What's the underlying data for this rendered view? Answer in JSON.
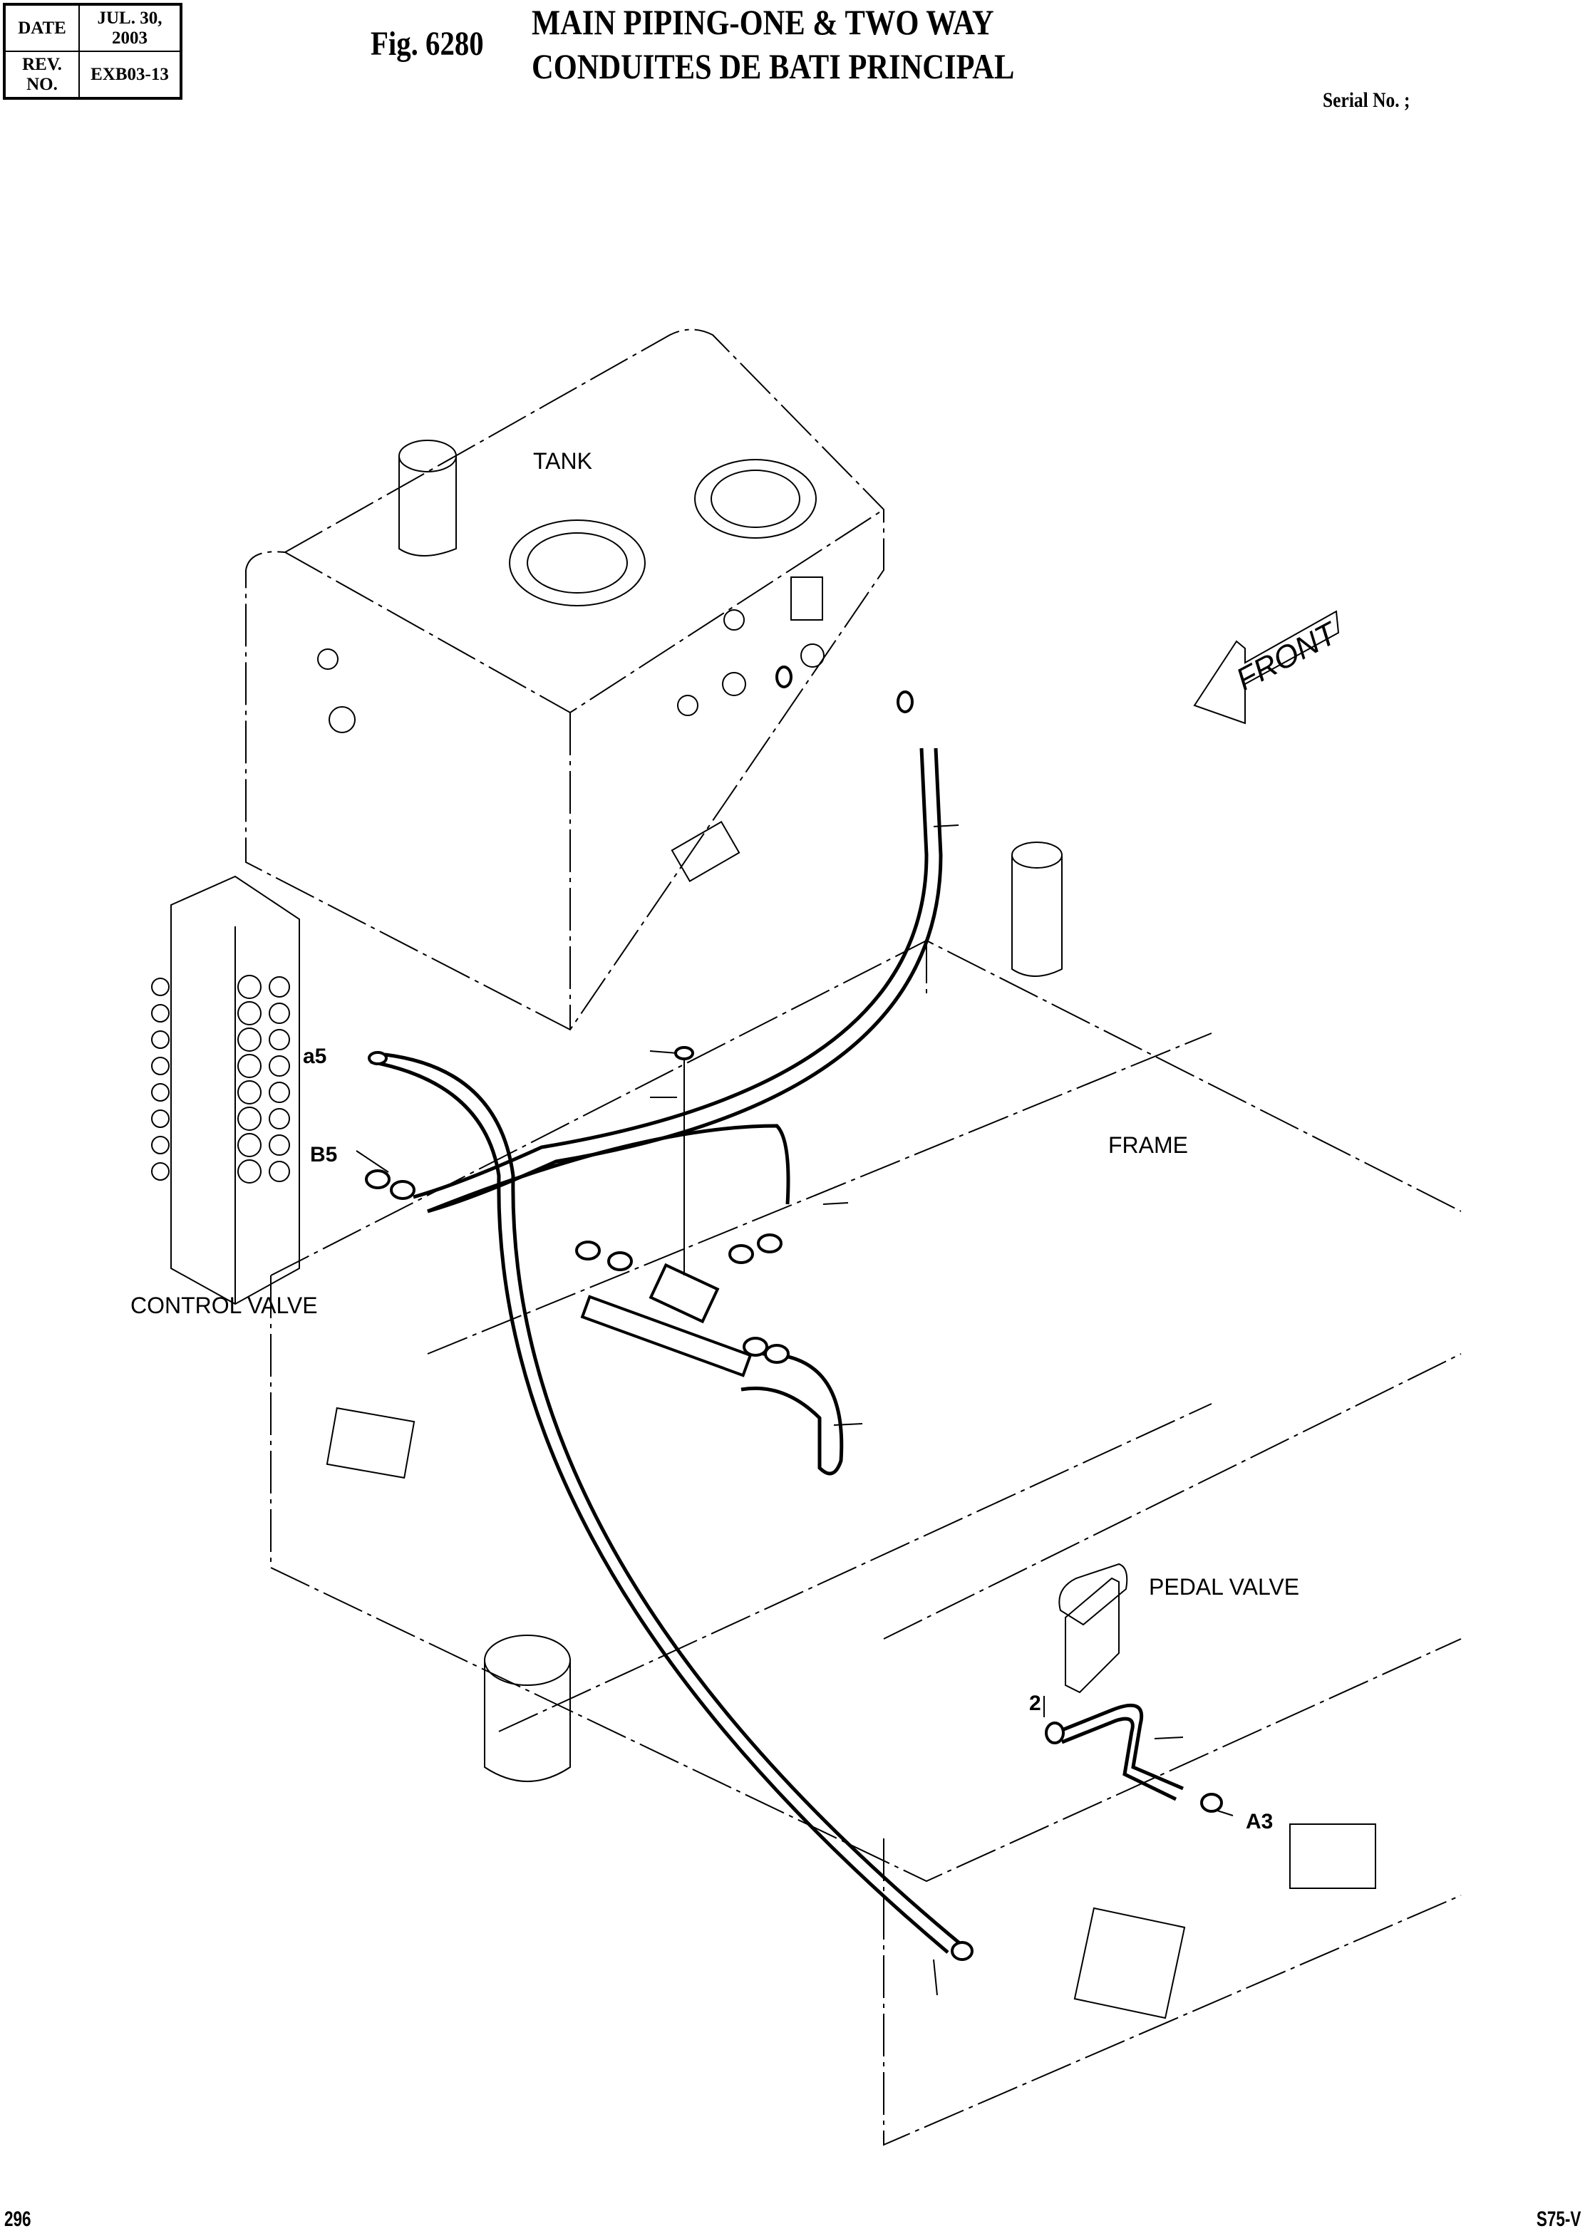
{
  "header": {
    "date_label": "DATE",
    "date_value": "JUL. 30, 2003",
    "rev_label": "REV. NO.",
    "rev_value": "EXB03-13",
    "figure_number": "Fig. 6280",
    "title_en": "MAIN PIPING-ONE & TWO WAY",
    "title_fr": "CONDUITES DE BATI PRINCIPAL",
    "serial_label": "Serial No. ;"
  },
  "diagram": {
    "component_labels": {
      "tank": "TANK",
      "frame": "FRAME",
      "control_valve": "CONTROL VALVE",
      "pedal_valve": "PEDAL VALVE",
      "front_arrow": "FRONT"
    },
    "port_labels": {
      "a5": "a5",
      "b5": "B5",
      "two": "2",
      "a3": "A3"
    }
  },
  "footer": {
    "page_number": "296",
    "model": "S75-V"
  }
}
